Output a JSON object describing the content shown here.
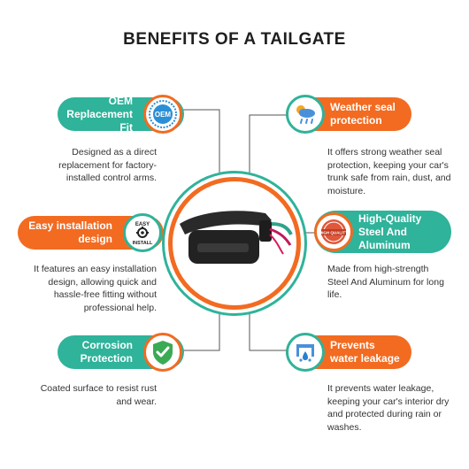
{
  "title": "BENEFITS OF A TAILGATE",
  "benefits": [
    {
      "title_line1": "OEM",
      "title_line2": "Replacement Fit",
      "icon": "oem-badge-icon",
      "badge_text": "OEM",
      "description": [
        "Designed as a direct",
        "replacement for factory-",
        "installed control arms."
      ]
    },
    {
      "title_line1": "Weather seal",
      "title_line2": "protection",
      "icon": "weather-icon",
      "description": [
        "It offers strong weather seal",
        "protection, keeping your car's",
        "trunk safe from rain, dust, and",
        "moisture."
      ]
    },
    {
      "title_line1": "Easy installation",
      "title_line2": "design",
      "icon": "easy-install-icon",
      "badge_top": "EASY",
      "badge_bottom": "INSTALL",
      "description": [
        "It features an easy installation",
        "design, allowing quick and",
        "hassle-free fitting without",
        "professional help."
      ]
    },
    {
      "title_line1": "High-Quality",
      "title_line2": "Steel And",
      "title_line3": "Aluminum",
      "icon": "high-quality-badge-icon",
      "badge_text": "HIGH QUALITY",
      "description": [
        "Made from high-strength",
        "Steel And Aluminum for long",
        "life."
      ]
    },
    {
      "title_line1": "Corrosion",
      "title_line2": "Protection",
      "icon": "shield-check-icon",
      "description": [
        "Coated surface to resist rust",
        "and wear."
      ]
    },
    {
      "title_line1": "Prevents",
      "title_line2": "water leakage",
      "icon": "water-leak-icon",
      "description": [
        "It prevents water leakage,",
        "keeping your car's interior dry",
        "and protected during rain or",
        "washes."
      ]
    }
  ],
  "product": {
    "icon": "tailgate-handle-image"
  }
}
